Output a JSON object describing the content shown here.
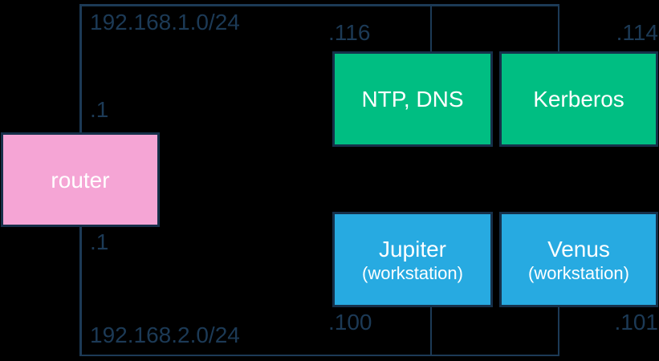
{
  "palette": {
    "background": "#000000",
    "line": "#1C3A56",
    "label_text": "#1C3A56",
    "router_fill": "#F5A5D5",
    "server_fill": "#00BE82",
    "workstation_fill": "#27AAE1",
    "node_text": "#FFFFFF"
  },
  "router": {
    "label": "router"
  },
  "subnets": [
    {
      "cidr": "192.168.1.0/24",
      "router_interface": ".1"
    },
    {
      "cidr": "192.168.2.0/24",
      "router_interface": ".1"
    }
  ],
  "hosts": [
    {
      "label": "NTP, DNS",
      "address": ".116"
    },
    {
      "label": "Kerberos",
      "address": ".114"
    },
    {
      "label": "Jupiter",
      "sublabel": "(workstation)",
      "address": ".100"
    },
    {
      "label": "Venus",
      "sublabel": "(workstation)",
      "address": ".101"
    }
  ]
}
